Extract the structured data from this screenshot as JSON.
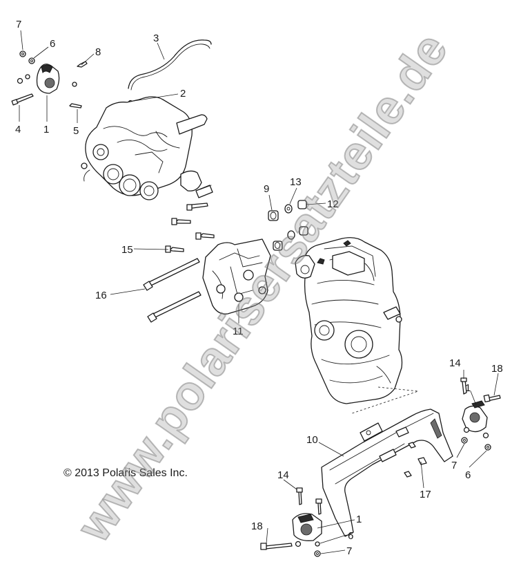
{
  "copyright": "© 2013 Polaris Sales Inc.",
  "watermark": "www.polarisersatzteile.de",
  "callouts": {
    "c7a": "7",
    "c6a": "6",
    "c8": "8",
    "c3": "3",
    "c2": "2",
    "c4": "4",
    "c1a": "1",
    "c5": "5",
    "c9": "9",
    "c13": "13",
    "c12": "12",
    "c15": "15",
    "c16": "16",
    "c11": "11",
    "c14a": "14",
    "c18a": "18",
    "c1b": "1",
    "c10": "10",
    "c7b": "7",
    "c6b": "6",
    "c17": "17",
    "c14b": "14",
    "c18b": "18",
    "c1c": "1",
    "c6c": "6",
    "c7c": "7"
  }
}
